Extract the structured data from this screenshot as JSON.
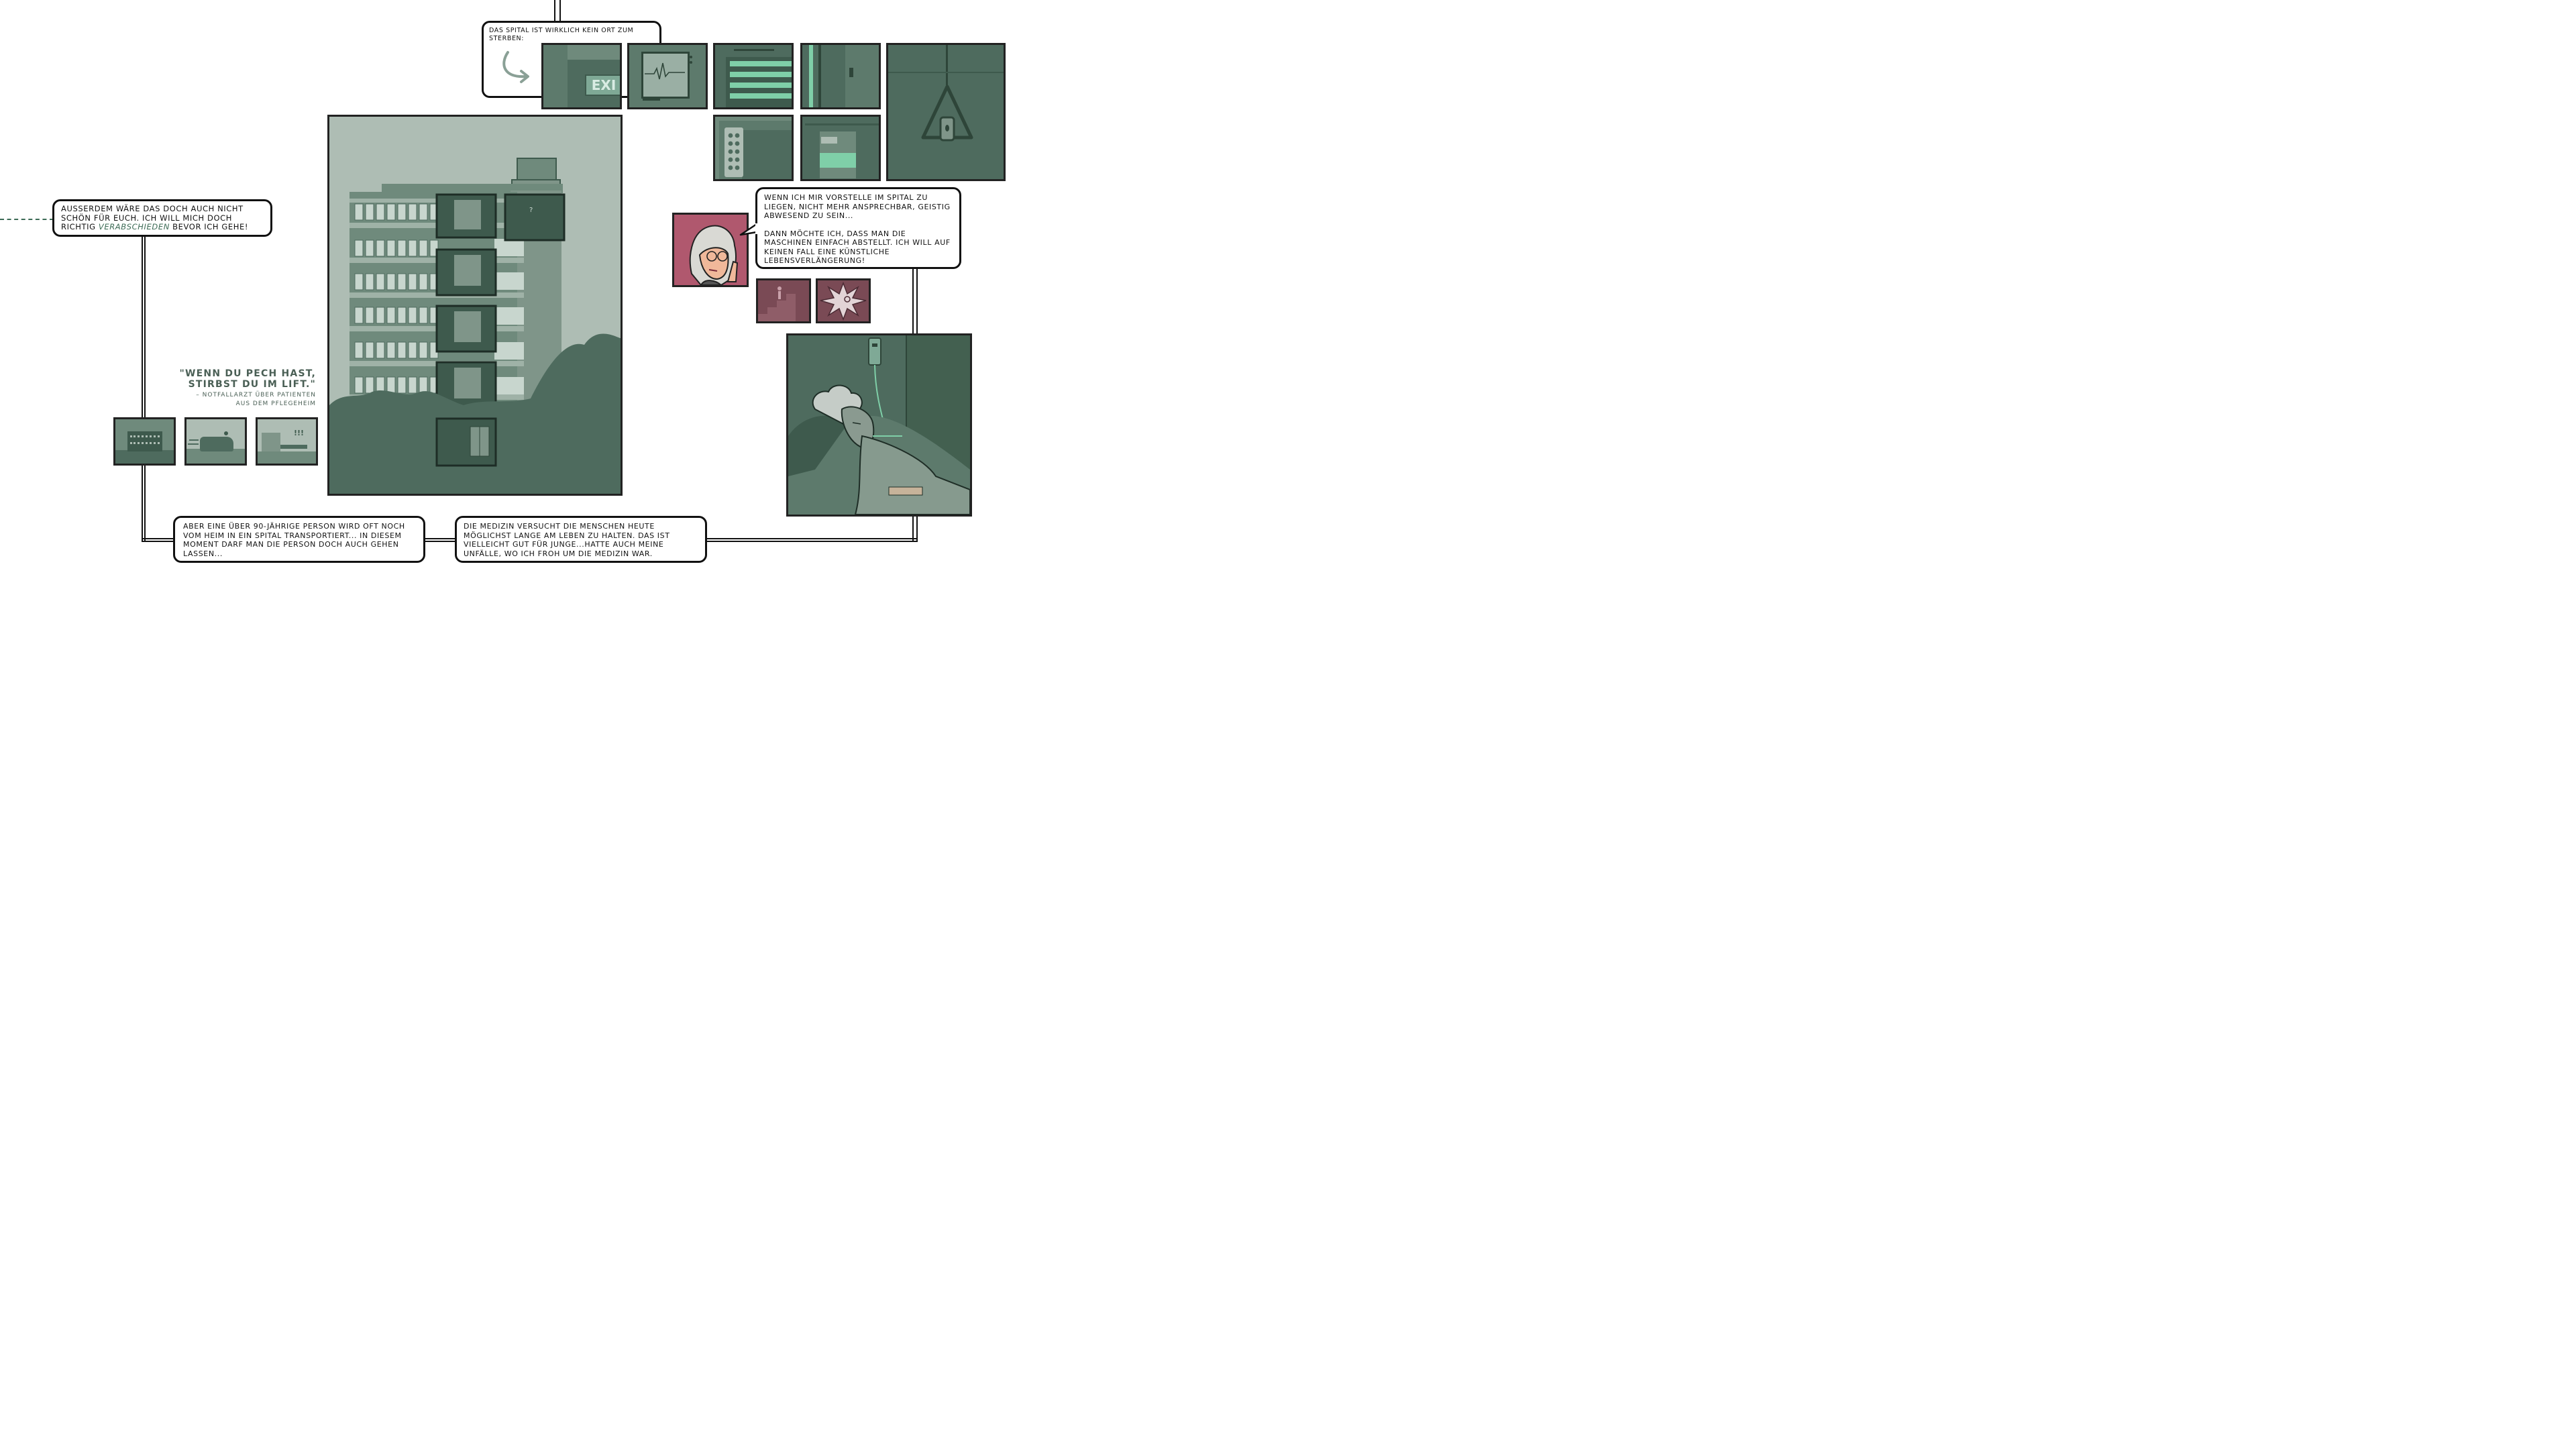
{
  "bubbles": {
    "hospital_no_place": "DAS SPITAL IST WIRKLICH KEIN ORT ZUM STERBEN:",
    "farewell_part1": "AUSSERDEM WÄRE DAS DOCH AUCH NICHT SCHÖN FÜR EUCH. ICH WILL MICH DOCH RICHTIG",
    "farewell_highlight": "VERABSCHIEDEN",
    "farewell_part2": "BEVOR ICH GEHE!",
    "imagine_part1": "WENN ICH MIR VORSTELLE IM SPITAL ZU LIEGEN, NICHT MEHR ANSPRECHBAR, GEISTIG ABWESEND ZU SEIN...",
    "imagine_part2": "DANN MÖCHTE ICH, DASS MAN DIE MASCHINEN EINFACH ABSTELLT. ICH WILL AUF KEINEN FALL EINE KÜNSTLICHE LEBENSVERLÄNGERUNG!",
    "transport": "ABER EINE ÜBER 90-JÄHRIGE PERSON WIRD OFT NOCH VOM HEIM IN EIN SPITAL TRANSPORTIERT... IN DIESEM MOMENT DARF MAN DIE PERSON DOCH AUCH GEHEN LASSEN...",
    "medicine": "DIE MEDIZIN VERSUCHT DIE MENSCHEN HEUTE MÖGLICHST LANGE AM LEBEN ZU HALTEN. DAS IST VIELLEICHT GUT FÜR JUNGE...HATTE AUCH MEINE UNFÄLLE, WO ICH FROH UM DIE MEDIZIN WAR."
  },
  "quote": {
    "line1": "\"WENN DU PECH HAST,",
    "line2": "STIRBST DU IM LIFT.\"",
    "attribution1": "– NOTFALLARZT ÜBER PATIENTEN",
    "attribution2": "AUS DEM PFLEGEHEIM"
  },
  "panel_text": {
    "exit_sign": "EXI",
    "question_mark": "?",
    "alarm": "!!!"
  },
  "colors": {
    "panel_dark": "#4e6b5e",
    "panel_mid": "#6f8a7c",
    "panel_light": "#aebdb4",
    "accent_green": "#7fcfa8",
    "portrait_pink": "#b0586e",
    "ink": "#111111"
  }
}
